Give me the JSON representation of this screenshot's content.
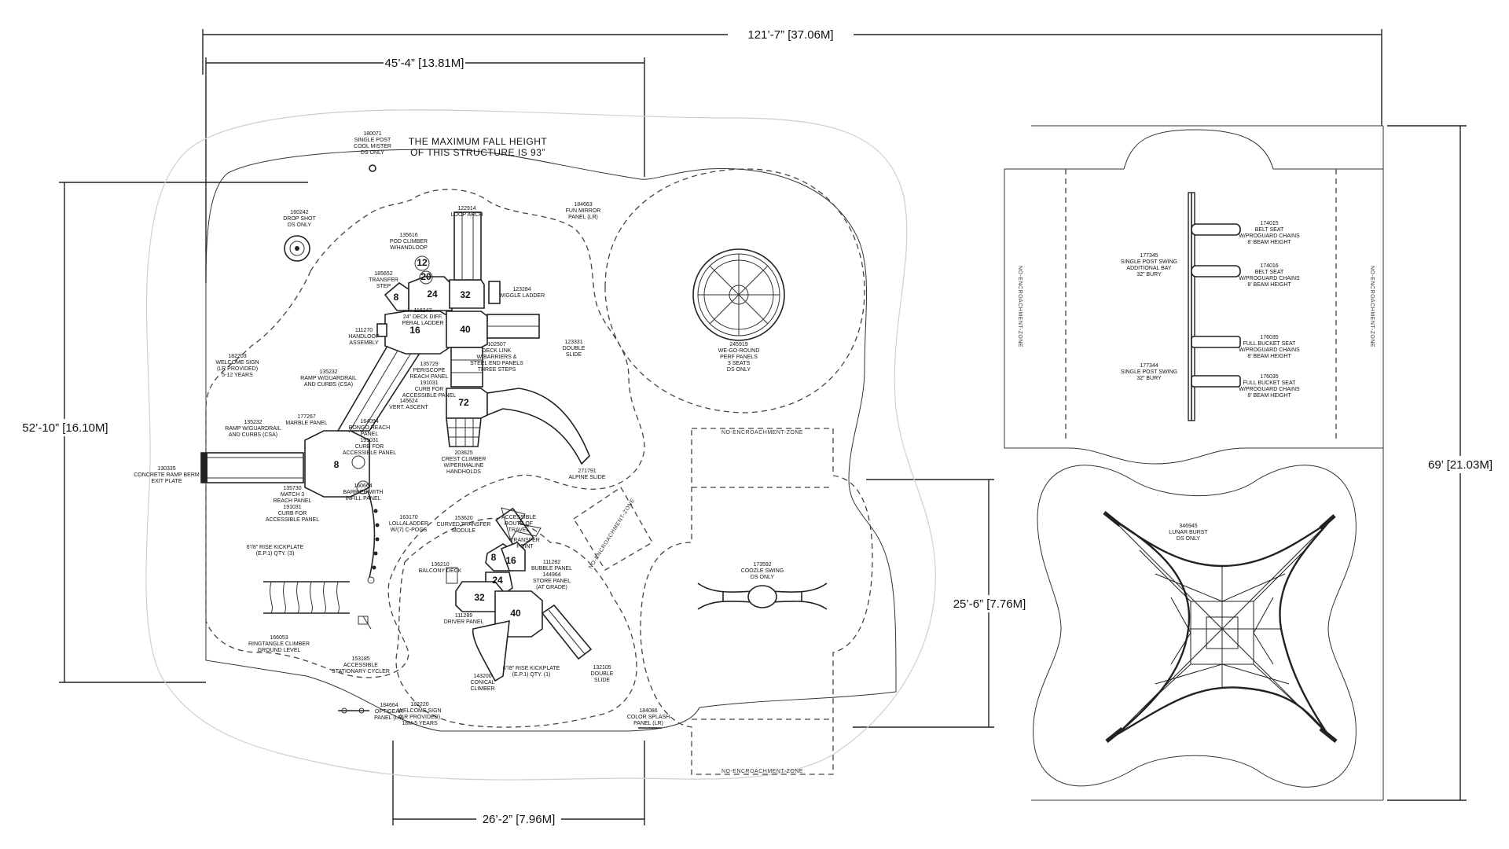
{
  "dimensions": {
    "overall_width": "121’-7” [37.06M]",
    "structure_width": "45’-4” [13.81M]",
    "left_height": "52’-10” [16.10M]",
    "right_height": "69’ [21.03M]",
    "middle_height": "25’-6” [7.76M]",
    "bottom_width": "26’-2” [7.96M]"
  },
  "notes": {
    "fall_height_line1": "THE MAXIMUM FALL HEIGHT",
    "fall_height_line2": "OF THIS STRUCTURE IS 93”"
  },
  "zones": {
    "no_encroachment": "NO-ENCROACHMENT-ZONE"
  },
  "deck_heights": {
    "d8a": "8",
    "d24a": "24",
    "d32a": "32",
    "d40a": "40",
    "d16a": "16",
    "d72": "72",
    "d8b": "8",
    "d8c": "8",
    "d16b": "16",
    "d24b": "24",
    "d32b": "32",
    "d40b": "40",
    "c12": "12",
    "c20": "20"
  },
  "labels": {
    "drop_shot": [
      "160242",
      "DROP SHOT",
      "DS ONLY"
    ],
    "cool_mister": [
      "180071",
      "SINGLE POST",
      "COOL MISTER",
      "DS ONLY"
    ],
    "loop_arch": [
      "122914",
      "LOOP ARCH"
    ],
    "pod_climber": [
      "135616",
      "POD CLIMBER",
      "W/HANDLOOP"
    ],
    "fun_mirror": [
      "184663",
      "FUN MIRROR",
      "PANEL (LR)"
    ],
    "transfer_step": [
      "185652",
      "TRANSFER",
      "STEP"
    ],
    "deck_diff": [
      "116247",
      "24” DECK DIFF.",
      "PERAL LADDER"
    ],
    "wiggle_ladder": [
      "123284",
      "WIGGLE LADDER"
    ],
    "handloop": [
      "111270",
      "HANDLOOP",
      "ASSEMBLY"
    ],
    "deck_link": [
      "102507",
      "DECK LINK",
      "W/BARRIERS &",
      "STEEL END PANELS",
      "THREE STEPS"
    ],
    "double_slide_top": [
      "123331",
      "DOUBLE",
      "SLIDE"
    ],
    "wgr": [
      "245919",
      "WE-GO-ROUND",
      "PERF PANELS",
      "3 SEATS",
      "DS ONLY"
    ],
    "welcome_sign_1": [
      "182203",
      "WELCOME SIGN",
      "(LR PROVIDED)",
      "5-12 YEARS"
    ],
    "ramp_guard_1": [
      "135232",
      "RAMP W/GUARDRAIL",
      "AND CURBS (CSA)"
    ],
    "periscope": [
      "135729",
      "PERISCOPE",
      "REACH PANEL",
      "191031",
      "CURB FOR",
      "ACCESSIBLE PANEL"
    ],
    "vert_ascent": [
      "145624",
      "VERT. ASCENT"
    ],
    "marble_panel": [
      "177267",
      "MARBLE PANEL"
    ],
    "ramp_guard_2": [
      "135232",
      "RAMP W/GUARDRAIL",
      "AND CURBS (CSA)"
    ],
    "bongo": [
      "164094",
      "BONGO REACH",
      "PANEL",
      "191031",
      "CURB FOR",
      "ACCESSIBLE PANEL"
    ],
    "crest_climber": [
      "203625",
      "CREST CLIMBER",
      "W/PERIMALINE",
      "HANDHOLDS"
    ],
    "alpine_slide": [
      "271791",
      "ALPINE SLIDE"
    ],
    "concrete_ramp": [
      "130335",
      "CONCRETE RAMP BERM",
      "EXIT PLATE"
    ],
    "match3": [
      "135730",
      "MATCH 3",
      "REACH PANEL",
      "191031",
      "CURB FOR",
      "ACCESSIBLE PANEL"
    ],
    "barrier": [
      "160664",
      "BARRIER WITH",
      "INFILL PANEL"
    ],
    "lollaladder": [
      "163170",
      "LOLLALADDER",
      "W/(7) C-POGS"
    ],
    "curved_transfer": [
      "153620",
      "CURVED TRANSFER",
      "MODULE"
    ],
    "accessible_route": [
      "ACCESSIBLE",
      "ROUTE OF",
      "TRAVEL"
    ],
    "transfer_point": [
      "TRANSFER",
      "POINT"
    ],
    "kickplate_1": [
      "6”/8” RISE KICKPLATE",
      "(E.P.1) QTY. (3)"
    ],
    "balcony_deck": [
      "136210",
      "BALCONY DECK"
    ],
    "bubble_panel": [
      "111282",
      "BUBBLE PANEL",
      "144964",
      "STORE PANEL",
      "(AT GRADE)"
    ],
    "cozy_swing": [
      "173592",
      "COOZLE SWING",
      "DS ONLY"
    ],
    "ringtangle": [
      "166053",
      "RINGTANGLE CLIMBER",
      "GROUND LEVEL"
    ],
    "driver_panel": [
      "111289",
      "DRIVER PANEL"
    ],
    "kickplate_2": [
      "6”/8” RISE KICKPLATE",
      "(E.P.1) QTY. (1)"
    ],
    "double_slide_bottom": [
      "132105",
      "DOUBLE",
      "SLIDE"
    ],
    "stationary_cycler": [
      "153185",
      "ACCESSIBLE",
      "STATIONARY CYCLER"
    ],
    "conical_climber": [
      "143200",
      "CONICAL",
      "CLIMBER"
    ],
    "optigear": [
      "184664",
      "OPTIGEAR",
      "PANEL (LR)"
    ],
    "welcome_sign_2": [
      "182220",
      "WELCOME SIGN",
      "(LR PROVIDED)",
      "18M-5 YEARS"
    ],
    "color_splash": [
      "184086",
      "COLOR SPLASH",
      "PANEL (LR)"
    ],
    "swing_addl": [
      "177345",
      "SINGLE POST SWING",
      "ADDITIONAL BAY",
      "32” BURY"
    ],
    "belt_seat_1": [
      "174015",
      "BELT SEAT",
      "W/PROGUARD CHAINS",
      "8’ BEAM HEIGHT"
    ],
    "belt_seat_2": [
      "174016",
      "BELT SEAT",
      "W/PROGUARD CHAINS",
      "8’ BEAM HEIGHT"
    ],
    "swing_single": [
      "177344",
      "SINGLE POST SWING",
      "32” BURY"
    ],
    "bucket_1": [
      "176035",
      "FULL BUCKET SEAT",
      "W/PROGUARD CHAINS",
      "8’ BEAM HEIGHT"
    ],
    "bucket_2": [
      "176035",
      "FULL BUCKET SEAT",
      "W/PROGUARD CHAINS",
      "8’ BEAM HEIGHT"
    ],
    "lunar_burst": [
      "346945",
      "LUNAR BURST",
      "DS ONLY"
    ]
  },
  "colors": {
    "ink": "#222222",
    "faint": "#cfcfcf",
    "background": "#ffffff"
  }
}
